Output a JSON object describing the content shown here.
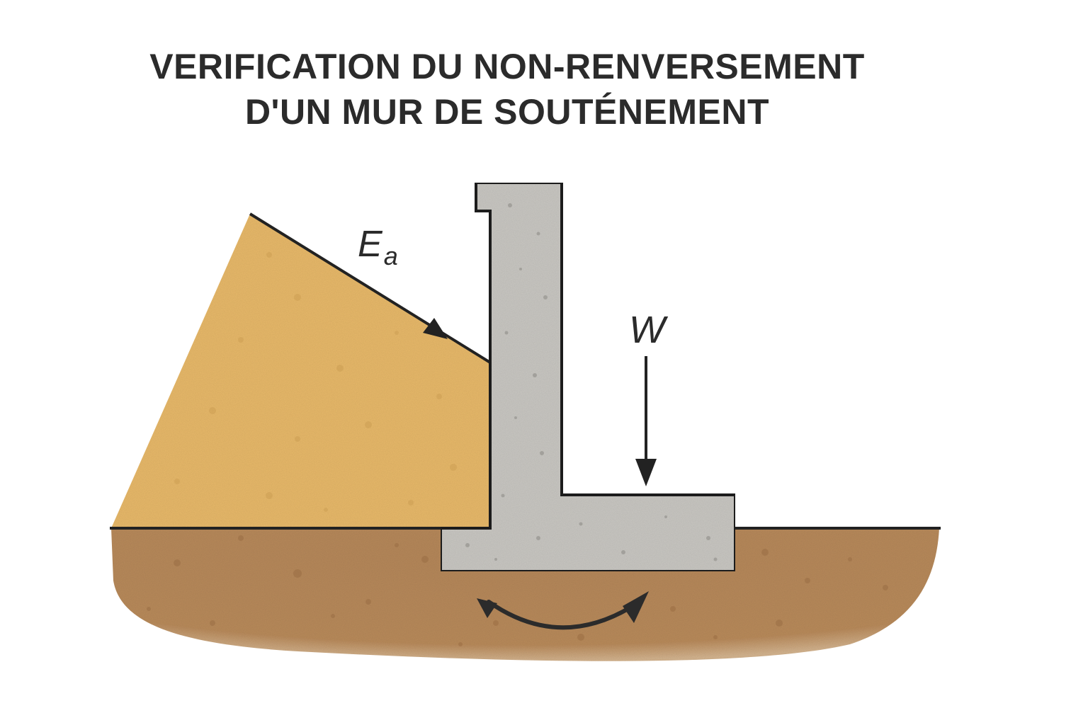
{
  "title": {
    "line1": "VERIFICATION DU NON-RENVERSEMENT",
    "line2": "D'UN MUR DE SOUTÉNEMENT"
  },
  "labels": {
    "active_thrust": "E",
    "active_thrust_subscript": "a",
    "weight": "W"
  },
  "elements": {
    "backfill": "remblai (sable)",
    "wall": "mur en L (béton)",
    "foundation_soil": "sol de fondation",
    "rotation_arrow": "moment de renversement"
  },
  "colors": {
    "background": "#ffffff",
    "text": "#2b2b2b",
    "outline": "#222222",
    "backfill": "#e8b96a",
    "concrete": "#c9c7c2",
    "ground": "#b8895a"
  }
}
